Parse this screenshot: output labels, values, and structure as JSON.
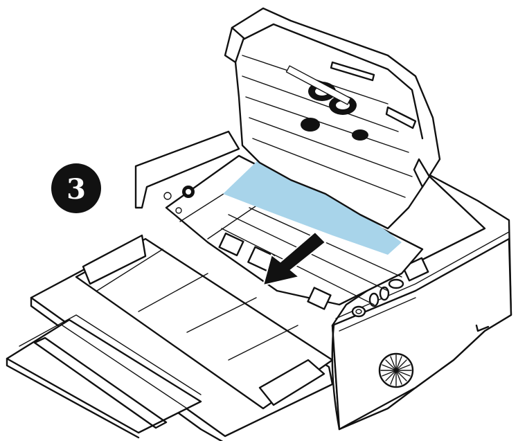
{
  "step": {
    "number": "3",
    "badge_color": "#111111",
    "number_color": "#ffffff"
  },
  "colors": {
    "jammed_paper": "#a8d4ea",
    "outline": "#111111",
    "arrow": "#111111"
  },
  "icons": {
    "step_badge": "circled-number-3",
    "direction": "arrow-down-left"
  }
}
